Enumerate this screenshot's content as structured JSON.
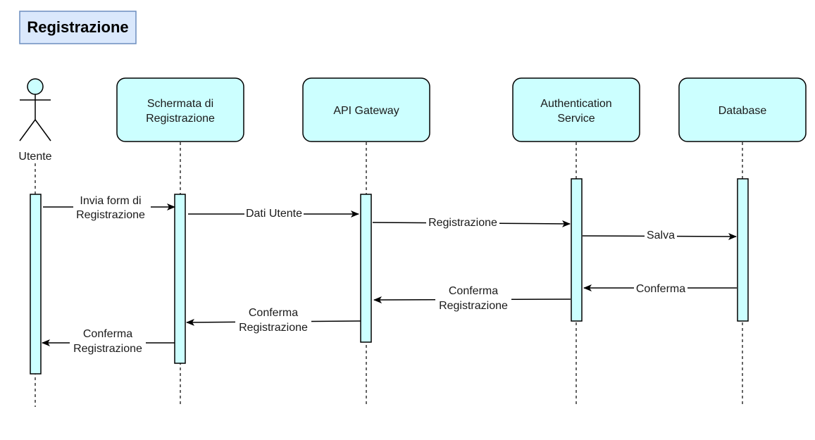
{
  "title": "Registrazione",
  "colors": {
    "participant_fill": "#ccffff",
    "title_fill": "#dae8fc",
    "title_border": "#6c8ebf",
    "line": "#000000"
  },
  "actor": {
    "label": "Utente",
    "icon": "stick-figure-icon"
  },
  "participants": [
    {
      "id": "screen",
      "lines": [
        "Schermata di",
        "Registrazione"
      ]
    },
    {
      "id": "gateway",
      "lines": [
        "API Gateway"
      ]
    },
    {
      "id": "auth",
      "lines": [
        "Authentication",
        "Service"
      ]
    },
    {
      "id": "db",
      "lines": [
        "Database"
      ]
    }
  ],
  "messages": [
    {
      "from": "Utente",
      "to": "Schermata di Registrazione",
      "lines": [
        "Invia form di",
        "Registrazione"
      ]
    },
    {
      "from": "Schermata di Registrazione",
      "to": "API Gateway",
      "lines": [
        "Dati Utente"
      ]
    },
    {
      "from": "API Gateway",
      "to": "Authentication Service",
      "lines": [
        "Registrazione"
      ]
    },
    {
      "from": "Authentication Service",
      "to": "Database",
      "lines": [
        "Salva"
      ]
    },
    {
      "from": "Database",
      "to": "Authentication Service",
      "lines": [
        "Conferma"
      ]
    },
    {
      "from": "Authentication Service",
      "to": "API Gateway",
      "lines": [
        "Conferma",
        "Registrazione"
      ]
    },
    {
      "from": "API Gateway",
      "to": "Schermata di Registrazione",
      "lines": [
        "Conferma",
        "Registrazione"
      ]
    },
    {
      "from": "Schermata di Registrazione",
      "to": "Utente",
      "lines": [
        "Conferma",
        "Registrazione"
      ]
    }
  ]
}
